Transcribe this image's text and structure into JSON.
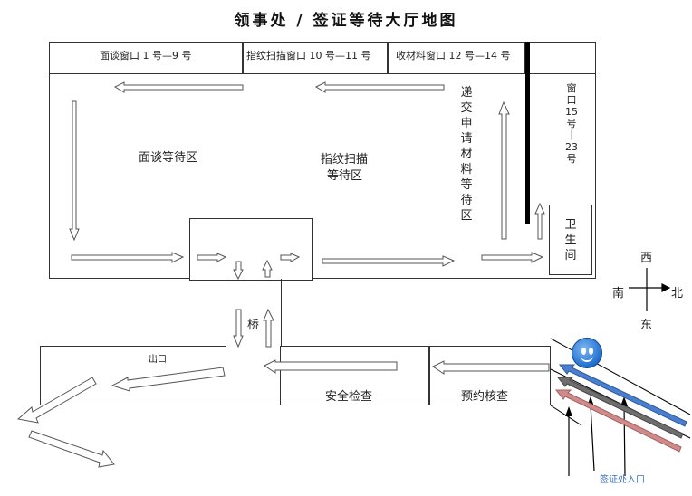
{
  "title": "领事处 / 签证等待大厅地图",
  "windows": {
    "interview": "面谈窗口 1 号—9 号",
    "fingerprint": "指纹扫描窗口 10 号—11 号",
    "collect": "收材料窗口 12 号—14 号",
    "window_15_23": "窗口15号｜23号"
  },
  "areas": {
    "interview_wait": "面谈等待区",
    "fingerprint_wait_1": "指纹扫描",
    "fingerprint_wait_2": "等待区",
    "submit_wait": "递交申请材料等待区",
    "restroom": "卫生间",
    "bridge": "桥",
    "exit": "出口",
    "security": "安全检查",
    "appointment": "预约核查",
    "entrance": "签证处入口"
  },
  "compass": {
    "west": "西",
    "south": "南",
    "north": "北",
    "east": "东"
  },
  "colors": {
    "blue_lane": "#4a7fd0",
    "gray_lane": "#6e6e6e",
    "red_lane": "#d08a8a",
    "outline": "#333333",
    "bar": "#000000"
  }
}
